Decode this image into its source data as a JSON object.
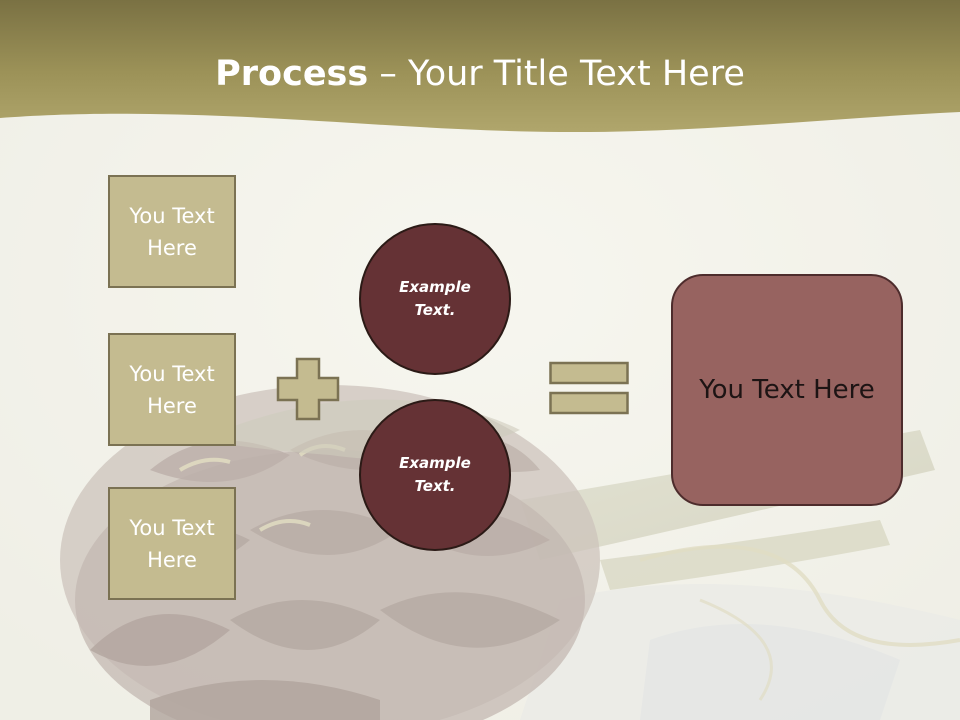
{
  "slide": {
    "title_bold": "Process",
    "title_rest": " – Your Title Text Here",
    "left_boxes": [
      {
        "label": "You Text Here"
      },
      {
        "label": "You Text Here"
      },
      {
        "label": "You Text Here"
      }
    ],
    "circles": [
      {
        "label": "Example Text."
      },
      {
        "label": "Example Text."
      }
    ],
    "result_label": "You Text Here",
    "colors": {
      "header": "#a79d62",
      "box_fill": "#c4bb90",
      "circle_fill": "#653235",
      "result_fill": "#976360"
    }
  }
}
